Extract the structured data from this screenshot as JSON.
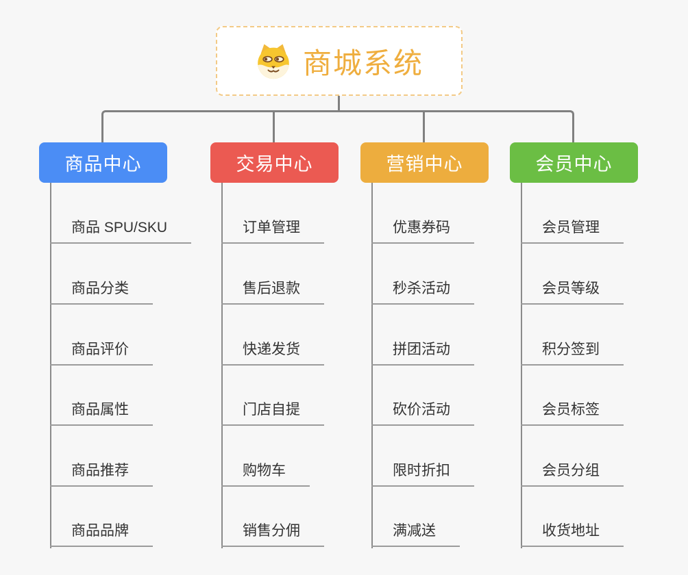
{
  "root": {
    "title": "商城系统",
    "icon": "dog-face-icon"
  },
  "branches": [
    {
      "label": "商品中心",
      "color": "#4b8df5",
      "items": [
        "商品 SPU/SKU",
        "商品分类",
        "商品评价",
        "商品属性",
        "商品推荐",
        "商品品牌"
      ]
    },
    {
      "label": "交易中心",
      "color": "#eb5a52",
      "items": [
        "订单管理",
        "售后退款",
        "快递发货",
        "门店自提",
        "购物车",
        "销售分佣"
      ]
    },
    {
      "label": "营销中心",
      "color": "#edad3e",
      "items": [
        "优惠券码",
        "秒杀活动",
        "拼团活动",
        "砍价活动",
        "限时折扣",
        "满减送"
      ]
    },
    {
      "label": "会员中心",
      "color": "#6bbe44",
      "items": [
        "会员管理",
        "会员等级",
        "积分签到",
        "会员标签",
        "会员分组",
        "收货地址"
      ]
    }
  ],
  "colors": {
    "background": "#f7f7f7",
    "root_text": "#efae3f",
    "root_border": "#f3ca86",
    "connector_line": "#808080",
    "leaf_underline": "#9b9b9b",
    "leaf_text": "#333333"
  }
}
